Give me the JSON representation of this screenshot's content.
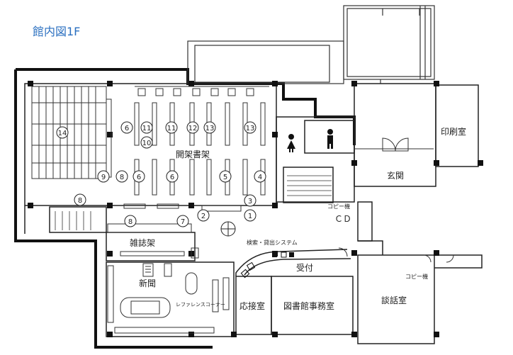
{
  "map_title": "館内図1F",
  "rooms": {
    "open_stacks": "開架書架",
    "magazines": "雑誌架",
    "newspapers": "新聞",
    "reference_corner": "レファレンスコーナー",
    "search_system": "検索・貸出システム",
    "return_desk": "受付",
    "reception": "応接室",
    "office": "図書館事務室",
    "meeting": "談話室",
    "entrance": "玄関",
    "printing": "印刷室",
    "copy_1": "コピー機",
    "copy_2": "コピー機",
    "cd": "ＣＤ"
  },
  "shelf_numbers": {
    "n1": "1",
    "n2": "2",
    "n3": "3",
    "n4": "4",
    "n5": "5",
    "n6a": "6",
    "n6b": "6",
    "n6c": "6",
    "n7": "7",
    "n8a": "8",
    "n8b": "8",
    "n8c": "8",
    "n9": "9",
    "n10": "10",
    "n11a": "11",
    "n11b": "11",
    "n12": "12",
    "n13a": "13",
    "n13b": "13",
    "n14": "14"
  },
  "colors": {
    "title": "#2a6fc0",
    "wall": "#111111"
  }
}
